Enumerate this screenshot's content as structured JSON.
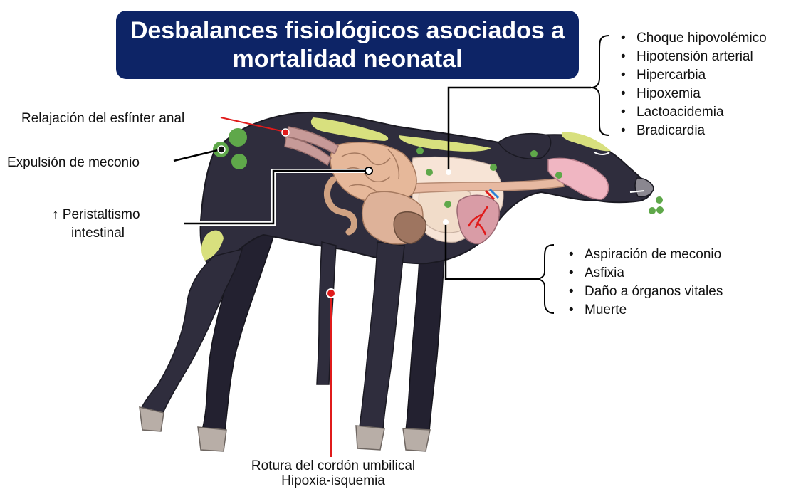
{
  "title": {
    "line1": "Desbalances fisiológicos asociados a",
    "line2": "mortalidad neonatal"
  },
  "labels": {
    "sphincter": "Relajación del esfínter anal",
    "meconium_expulsion": "Expulsión de meconio",
    "peristalsis_line1": "↑ Peristaltismo",
    "peristalsis_line2": "intestinal",
    "umbilical_line1": "Rotura del cordón umbilical",
    "umbilical_line2": "Hipoxia-isquemia"
  },
  "systemic_effects": [
    "Choque hipovolémico",
    "Hipotensión arterial",
    "Hipercarbia",
    "Hipoxemia",
    "Lactoacidemia",
    "Bradicardia"
  ],
  "aspiration_effects": [
    "Aspiración de meconio",
    "Asfixia",
    "Daño a órganos vitales",
    "Muerte"
  ],
  "colors": {
    "title_bg": "#0d2466",
    "calf_body": "#2f2d3d",
    "calf_dark": "#232130",
    "yellow_patch": "#d8e07e",
    "meconium": "#5fa84a",
    "thorax": "#f7e4d6",
    "lung": "#f1dcc9",
    "heart": "#d99ca6",
    "intestine": "#e6b89a",
    "organ_dark": "#9e7560",
    "trachea": "#f0b6c2",
    "rectum": "#c79a98",
    "hoof": "#b8aea7",
    "red_marker": "#e01b1b"
  }
}
